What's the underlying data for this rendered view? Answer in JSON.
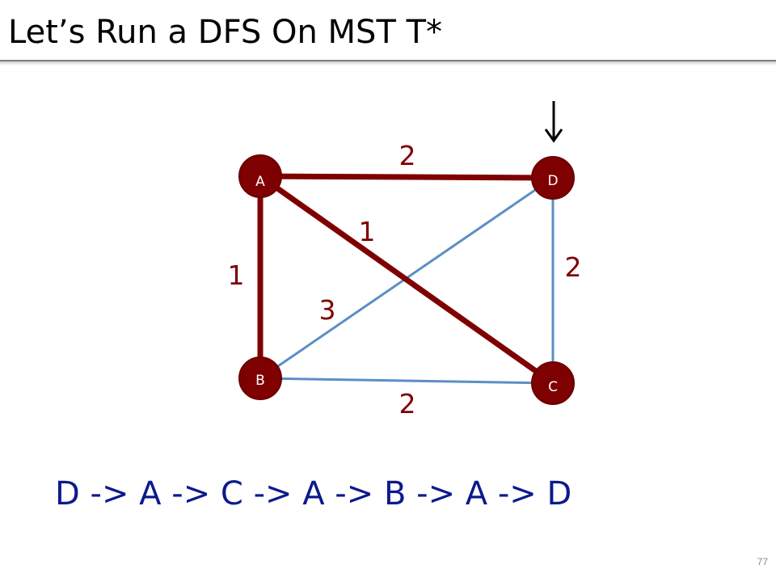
{
  "slide": {
    "title": "Let’s Run a DFS On MST T*",
    "traversal": "D -> A -> C -> A -> B -> A -> D",
    "page_number": "77"
  },
  "graph": {
    "start_node": "D",
    "colors": {
      "mst_edge": "#7f0000",
      "other_edge": "#5b8fc4",
      "node_fill": "#7f0000",
      "traversal_text": "#0d1a8c"
    },
    "nodes": [
      {
        "id": "A",
        "label": "A"
      },
      {
        "id": "D",
        "label": "D"
      },
      {
        "id": "B",
        "label": "B"
      },
      {
        "id": "C",
        "label": "C"
      }
    ],
    "edges": [
      {
        "from": "A",
        "to": "D",
        "weight": "2",
        "in_mst": true
      },
      {
        "from": "A",
        "to": "C",
        "weight": "1",
        "in_mst": true
      },
      {
        "from": "A",
        "to": "B",
        "weight": "1",
        "in_mst": true
      },
      {
        "from": "D",
        "to": "C",
        "weight": "2",
        "in_mst": false
      },
      {
        "from": "B",
        "to": "D",
        "weight": "3",
        "in_mst": false
      },
      {
        "from": "B",
        "to": "C",
        "weight": "2",
        "in_mst": false
      }
    ]
  }
}
